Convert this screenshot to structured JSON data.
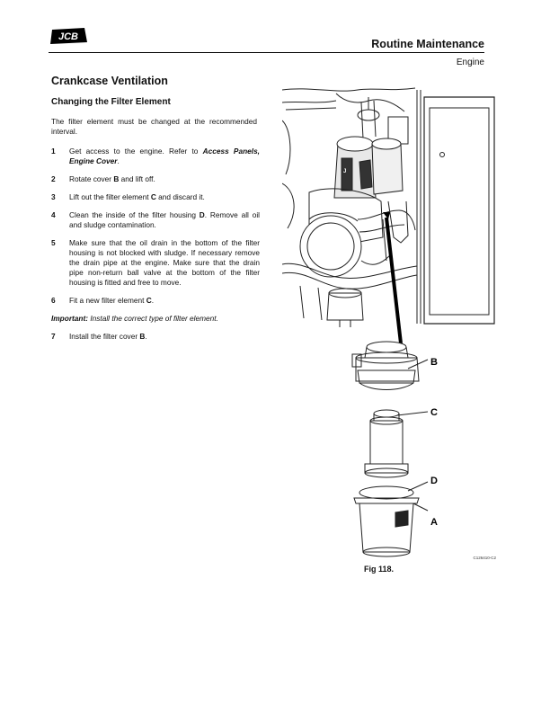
{
  "header": {
    "logo_text": "JCB",
    "title": "Routine Maintenance",
    "subtitle": "Engine"
  },
  "section_title": "Crankcase Ventilation",
  "subsection_title": "Changing the Filter Element",
  "intro": "The filter element must be changed at the recommended interval.",
  "steps": [
    {
      "num": "1",
      "parts": [
        "Get access to the engine. Refer to ",
        "Access Panels, Engine Cover",
        "."
      ]
    },
    {
      "num": "2",
      "parts": [
        "Rotate cover ",
        "B",
        " and lift off."
      ]
    },
    {
      "num": "3",
      "parts": [
        "Lift out the filter element ",
        "C",
        " and discard it."
      ]
    },
    {
      "num": "4",
      "parts": [
        "Clean the inside of the filter housing ",
        "D",
        ". Remove all oil and sludge contamination."
      ]
    },
    {
      "num": "5",
      "text": "Make sure that the oil drain in the bottom of the filter housing is not blocked with sludge. If necessary remove the drain pipe at the engine. Make sure that the drain pipe non-return ball valve at the bottom of the filter housing is fitted and free to move."
    },
    {
      "num": "6",
      "parts": [
        "Fit a new filter element ",
        "C",
        "."
      ]
    },
    {
      "num": "7",
      "parts": [
        "Install the filter cover ",
        "B",
        "."
      ]
    }
  ],
  "important": {
    "label": "Important:",
    "text": " Install the correct type of filter element."
  },
  "figure": {
    "callouts": [
      "B",
      "C",
      "D",
      "A"
    ],
    "image_code": "C126410-C2",
    "caption": "Fig 118."
  }
}
